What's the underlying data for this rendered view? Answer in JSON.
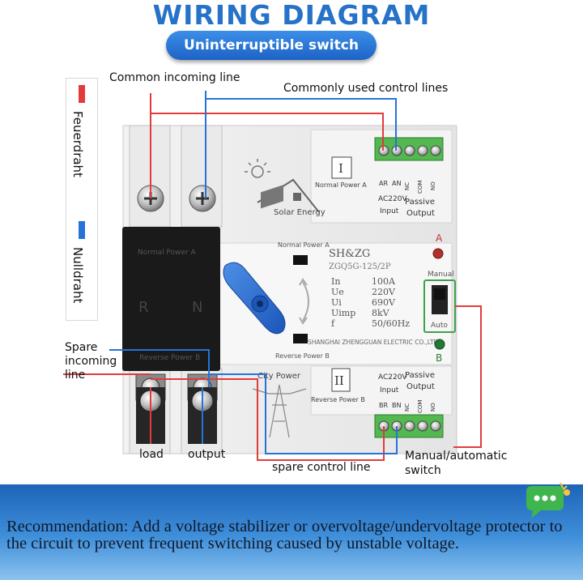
{
  "title": "WIRING DIAGRAM",
  "subtitle": "Uninterruptible switch",
  "legend": {
    "fire_wire": "Feuerdraht",
    "neutral_wire": "Nulldraht",
    "fire_color": "#e23b3b",
    "neutral_color": "#2673d8"
  },
  "labels": {
    "common_incoming_line": "Common incoming line",
    "commonly_used_control_lines": "Commonly used control lines",
    "spare_incoming_line": [
      "Spare",
      "incoming",
      "line"
    ],
    "load": "load",
    "output": "output",
    "spare_control_line": "spare control line",
    "manual_automatic_switch": [
      "Manual/automatic",
      "switch"
    ]
  },
  "device": {
    "brand": "SH&ZG",
    "model": "ZGQ5G-125/2P",
    "specs": [
      {
        "key": "In",
        "value": "100A"
      },
      {
        "key": "Ue",
        "value": "220V"
      },
      {
        "key": "Ui",
        "value": "690V"
      },
      {
        "key": "Uimp",
        "value": "8kV"
      },
      {
        "key": "f",
        "value": "50/60Hz"
      }
    ],
    "manufacturer": "SHANGHAI ZHENGGUAN ELECTRIC CO.,LTD",
    "normal_power_a": "Normal Power A",
    "reverse_power_b": "Reverse Power B",
    "section_one": "I",
    "section_two": "II",
    "solar_energy": "Solar Energy",
    "city_power": "City Power",
    "top_block": {
      "pins": [
        "AR",
        "AN",
        "NC",
        "COM",
        "NO"
      ],
      "voltage": "AC220V",
      "input": "Input",
      "passive": "Passive",
      "output": "Output"
    },
    "bottom_block": {
      "pins": [
        "BR",
        "BN",
        "NC",
        "COM",
        "NO"
      ],
      "voltage": "AC220V",
      "input": "Input",
      "passive": "Passive",
      "output": "Output"
    },
    "indicator_a": "A",
    "indicator_b": "B",
    "switch_manual": "Manual",
    "switch_auto": "Auto",
    "phase_r": "R",
    "phase_n": "N",
    "cover_top": "Normal Power A",
    "cover_bottom": "Reverse Power B"
  },
  "recommendation": "Recommendation: Add a voltage stabilizer or overvoltage/undervoltage protector to the circuit to prevent frequent switching caused by unstable voltage."
}
